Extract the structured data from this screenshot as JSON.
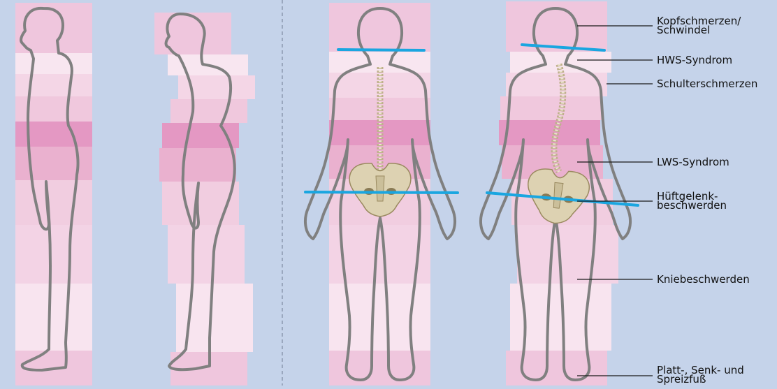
{
  "labels": {
    "kopf": "Kopfschmerzen/\nSchwindel",
    "hws": "HWS-Syndrom",
    "schulter": "Schulterschmerzen",
    "lws": "LWS-Syndrom",
    "hueft": "Hüftgelenk-\nbeschwerden",
    "knie": "Kniebeschwerden",
    "fuss": "Platt-, Senk- und\nSpreizfuß"
  },
  "colors": {
    "background": "#c5d3ea",
    "outline": "#808080",
    "alignment_line": "#1aa6e0",
    "pink_light": "#f7e4ef",
    "pink_mid": "#f0c6dc",
    "pink_strong": "#e397c2",
    "bone": "#ddd2b2"
  }
}
